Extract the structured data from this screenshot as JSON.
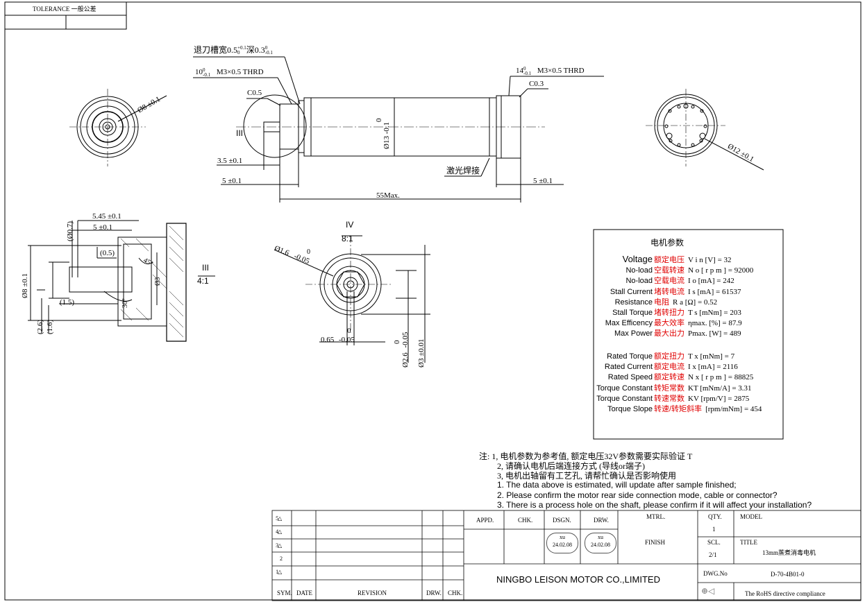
{
  "tolerance_label": "TOLERANCE 一般公差",
  "main_view": {
    "groove_note": "退刀槽宽0.5",
    "groove_sup": "+0.1",
    "groove_sub": "0",
    "groove_depth": "深0.3",
    "groove_depth_sub": "-0.1",
    "groove_depth_sup": "0",
    "left_thread_len": "10",
    "left_thread_len_sub": "-0.1",
    "left_thread_len_sup": "0",
    "left_thread": "M3×0.5 THRD",
    "right_thread_len": "14",
    "right_thread_len_sub": "-0.1",
    "right_thread_len_sup": "0",
    "right_thread": "M3×0.5  THRD",
    "chamfer_left": "C0.5",
    "chamfer_right": "C0.3",
    "section_mark": "III",
    "dia_body": "Ø13",
    "dia_body_tol_low": "-0.1",
    "dia_body_tol_up": "0",
    "dim_shaft": "3.5 ±0.1",
    "dim_left": "5 ±0.1",
    "dim_right": "5 ±0.1",
    "dim_total": "55Max.",
    "laser_weld": "激光焊接"
  },
  "left_end_view": {
    "dia": "Ø8 ±0.1"
  },
  "right_end_view": {
    "dia": "Ø12 ±0.1"
  },
  "detail_iii": {
    "title": "III",
    "scale": "4:1",
    "dim_545": "5.45 ±0.1",
    "dim_5": "5 ±0.1",
    "dim_07": "(Ø0.7)",
    "dim_05": "(0.5)",
    "dim_8": "Ø8 ±0.1",
    "dim_15": "(1.5)",
    "dim_26": "(2.6)",
    "dim_16": "(1.6)",
    "angle_45": "45°",
    "angle_30": "30°",
    "dim_3": "Ø3"
  },
  "detail_iv": {
    "title": "IV",
    "scale": "8:1",
    "dia_16": "Ø1.6",
    "dia_16_tol_up": "0",
    "dia_16_tol_low": "-0.05",
    "dim_065": "0.65",
    "dim_065_tol_up": "0",
    "dim_065_tol_low": "-0.05",
    "dia_26": "Ø2.6",
    "dia_26_tol_up": "0",
    "dia_26_tol_low": "-0.05",
    "dia_3": "Ø3 ±0.01"
  },
  "params": {
    "title": "电机参数",
    "rows": [
      {
        "en": "Voltage",
        "cn": "额定电压",
        "val": "V i n [V] = 32"
      },
      {
        "en": "No-load",
        "cn": "空载转速",
        "val": "N o [ r p m ] = 92000"
      },
      {
        "en": "No-load",
        "cn": "空载电流",
        "val": "I o [mA] = 242"
      },
      {
        "en": "Stall Current",
        "cn": "堵转电流",
        "val": "I s [mA] = 61537"
      },
      {
        "en": "Resistance",
        "cn": "电阻",
        "val": "R a [Ω] = 0.52"
      },
      {
        "en": "Stall Torque",
        "cn": "堵转扭力",
        "val": "T s [mNm] = 203"
      },
      {
        "en": "Max Efficency",
        "cn": "最大效率",
        "val": "ηmax. [%] = 87.9"
      },
      {
        "en": "Max Power",
        "cn": "最大出力",
        "val": "Pmax. [W] = 489"
      },
      {
        "en": "Rated Torque",
        "cn": "额定扭力",
        "val": "T x [mNm] = 7"
      },
      {
        "en": "Rated Current",
        "cn": "额定电流",
        "val": "I x [mA] = 2116"
      },
      {
        "en": "Rated Speed",
        "cn": "额定转速",
        "val": "N x [ r p m ] = 88825"
      },
      {
        "en": "Torque Constant",
        "cn": "转矩常数",
        "val": "KT [mNm/A] = 3.31"
      },
      {
        "en": "Torque Constant",
        "cn": "转速常数",
        "val": "KV [rpm/V] = 2875"
      },
      {
        "en": "Torque Slope",
        "cn": "转速/转矩斜率",
        "val": "[rpm/mNm] = 454"
      }
    ]
  },
  "notes": {
    "cn1": "注: 1, 电机参数为参考值, 额定电压32V参数需要实际验证 T",
    "cn2": "2, 请确认电机后端连接方式 (导线or端子)",
    "cn3": "3, 电机出轴留有工艺孔, 请帮忙确认是否影响使用",
    "en1": "1. The data above is estimated, will update after sample finished;",
    "en2": "2. Please confirm the motor rear side connection mode, cable or connector?",
    "en3": "3. There is a process hole on the shaft, please confirm if it will affect your installation?"
  },
  "title_block": {
    "rev_syms": [
      "5",
      "4",
      "3",
      "2",
      "1"
    ],
    "sym": "SYM.",
    "date": "DATE",
    "revision": "REVISION",
    "drw": "DRW.",
    "chk": "CHK.",
    "appd": "APPD.",
    "chk2": "CHK.",
    "dsgn": "DSGN.",
    "drw2": "DRW.",
    "stamp1_name": "xu",
    "stamp1_date": "24.02.08",
    "stamp2_name": "xu",
    "stamp2_date": "24.02.08",
    "mtrl": "MTRL.",
    "finish": "FINISH",
    "qty_label": "QTY.",
    "qty": "1",
    "scl_label": "SCL.",
    "scl": "2/1",
    "model_label": "MODEL",
    "title_label": "TITLE",
    "title": "13mm蒸煮消毒电机",
    "company": "NINGBO LEISON MOTOR CO.,LIMITED",
    "dwg_label": "DWG.No",
    "dwg_no": "D-70-4B01-0",
    "rohs": "The RoHS directive compliance"
  }
}
